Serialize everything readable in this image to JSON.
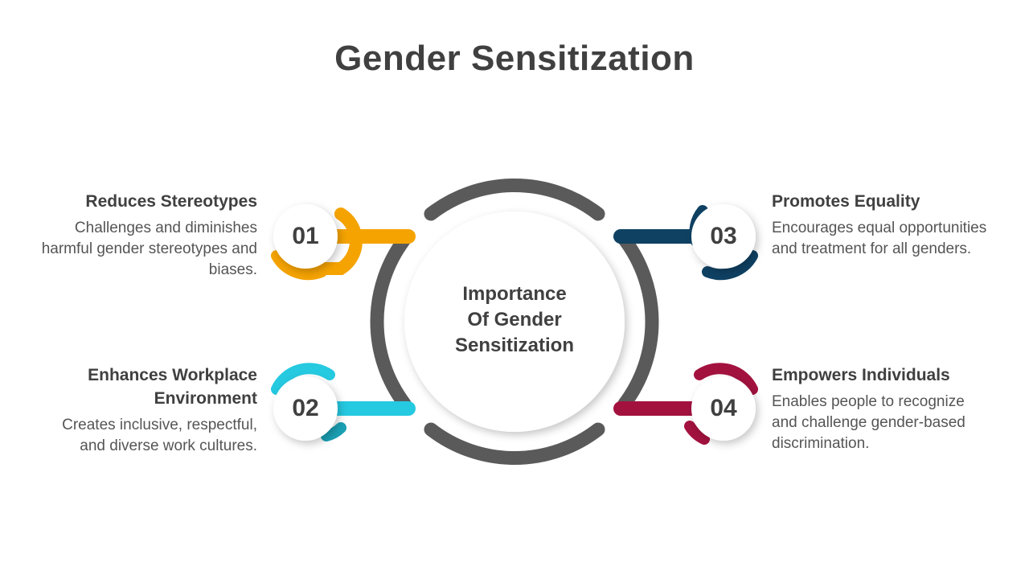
{
  "title": "Gender Sensitization",
  "center": {
    "line1": "Importance",
    "line2": "Of Gender",
    "line3": "Sensitization"
  },
  "colors": {
    "ring": "#5a5a5a",
    "step1": "#f5a300",
    "step2": "#25c9e0",
    "step3": "#0f4163",
    "step4": "#a3123f"
  },
  "items": [
    {
      "number": "01",
      "heading": "Reduces Stereotypes",
      "body": "Challenges and diminishes harmful gender stereotypes and biases."
    },
    {
      "number": "02",
      "heading": "Enhances Workplace Environment",
      "body": "Creates inclusive, respectful, and diverse work cultures."
    },
    {
      "number": "03",
      "heading": "Promotes Equality",
      "body": "Encourages equal opportunities and treatment for all genders."
    },
    {
      "number": "04",
      "heading": "Empowers Individuals",
      "body": "Enables people to recognize and challenge gender-based discrimination."
    }
  ]
}
